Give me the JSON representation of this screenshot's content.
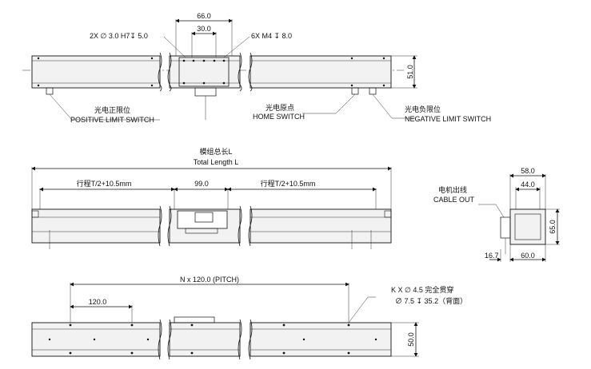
{
  "top_view": {
    "dim_66": "66.0",
    "dim_30": "30.0",
    "dim_51": "51.0",
    "hole_spec_left": "2X ∅ 3.0 H7↧ 5.0",
    "hole_spec_right": "6X  M4 ↧ 8.0",
    "pos_limit_cn": "光电正限位",
    "pos_limit_en": "POSITIVE LIMIT SWITCH",
    "home_cn": "光电原点",
    "home_en": "HOME SWITCH",
    "neg_limit_cn": "光电负限位",
    "neg_limit_en": "NEGATIVE LIMIT SWITCH"
  },
  "front_view": {
    "total_cn": "模组总长L",
    "total_en": "Total Length L",
    "stroke_left": "行程T/2+10.5mm",
    "dim_99": "99.0",
    "stroke_right": "行程T/2+10.5mm"
  },
  "side_view": {
    "dim_58": "58.0",
    "dim_44": "44.0",
    "dim_65": "65.0",
    "dim_16_7": "16.7",
    "dim_60": "60.0",
    "cable_cn": "电机出线",
    "cable_en": "CABLE OUT"
  },
  "bottom_view": {
    "pitch": "N x 120.0  (PITCH)",
    "dim_120": "120.0",
    "dim_50": "50.0",
    "hole_line1": "K X  ∅ 4.5 完全贯穿",
    "hole_line2": "∅ 7.5 ↧ 35.2（背面）"
  }
}
